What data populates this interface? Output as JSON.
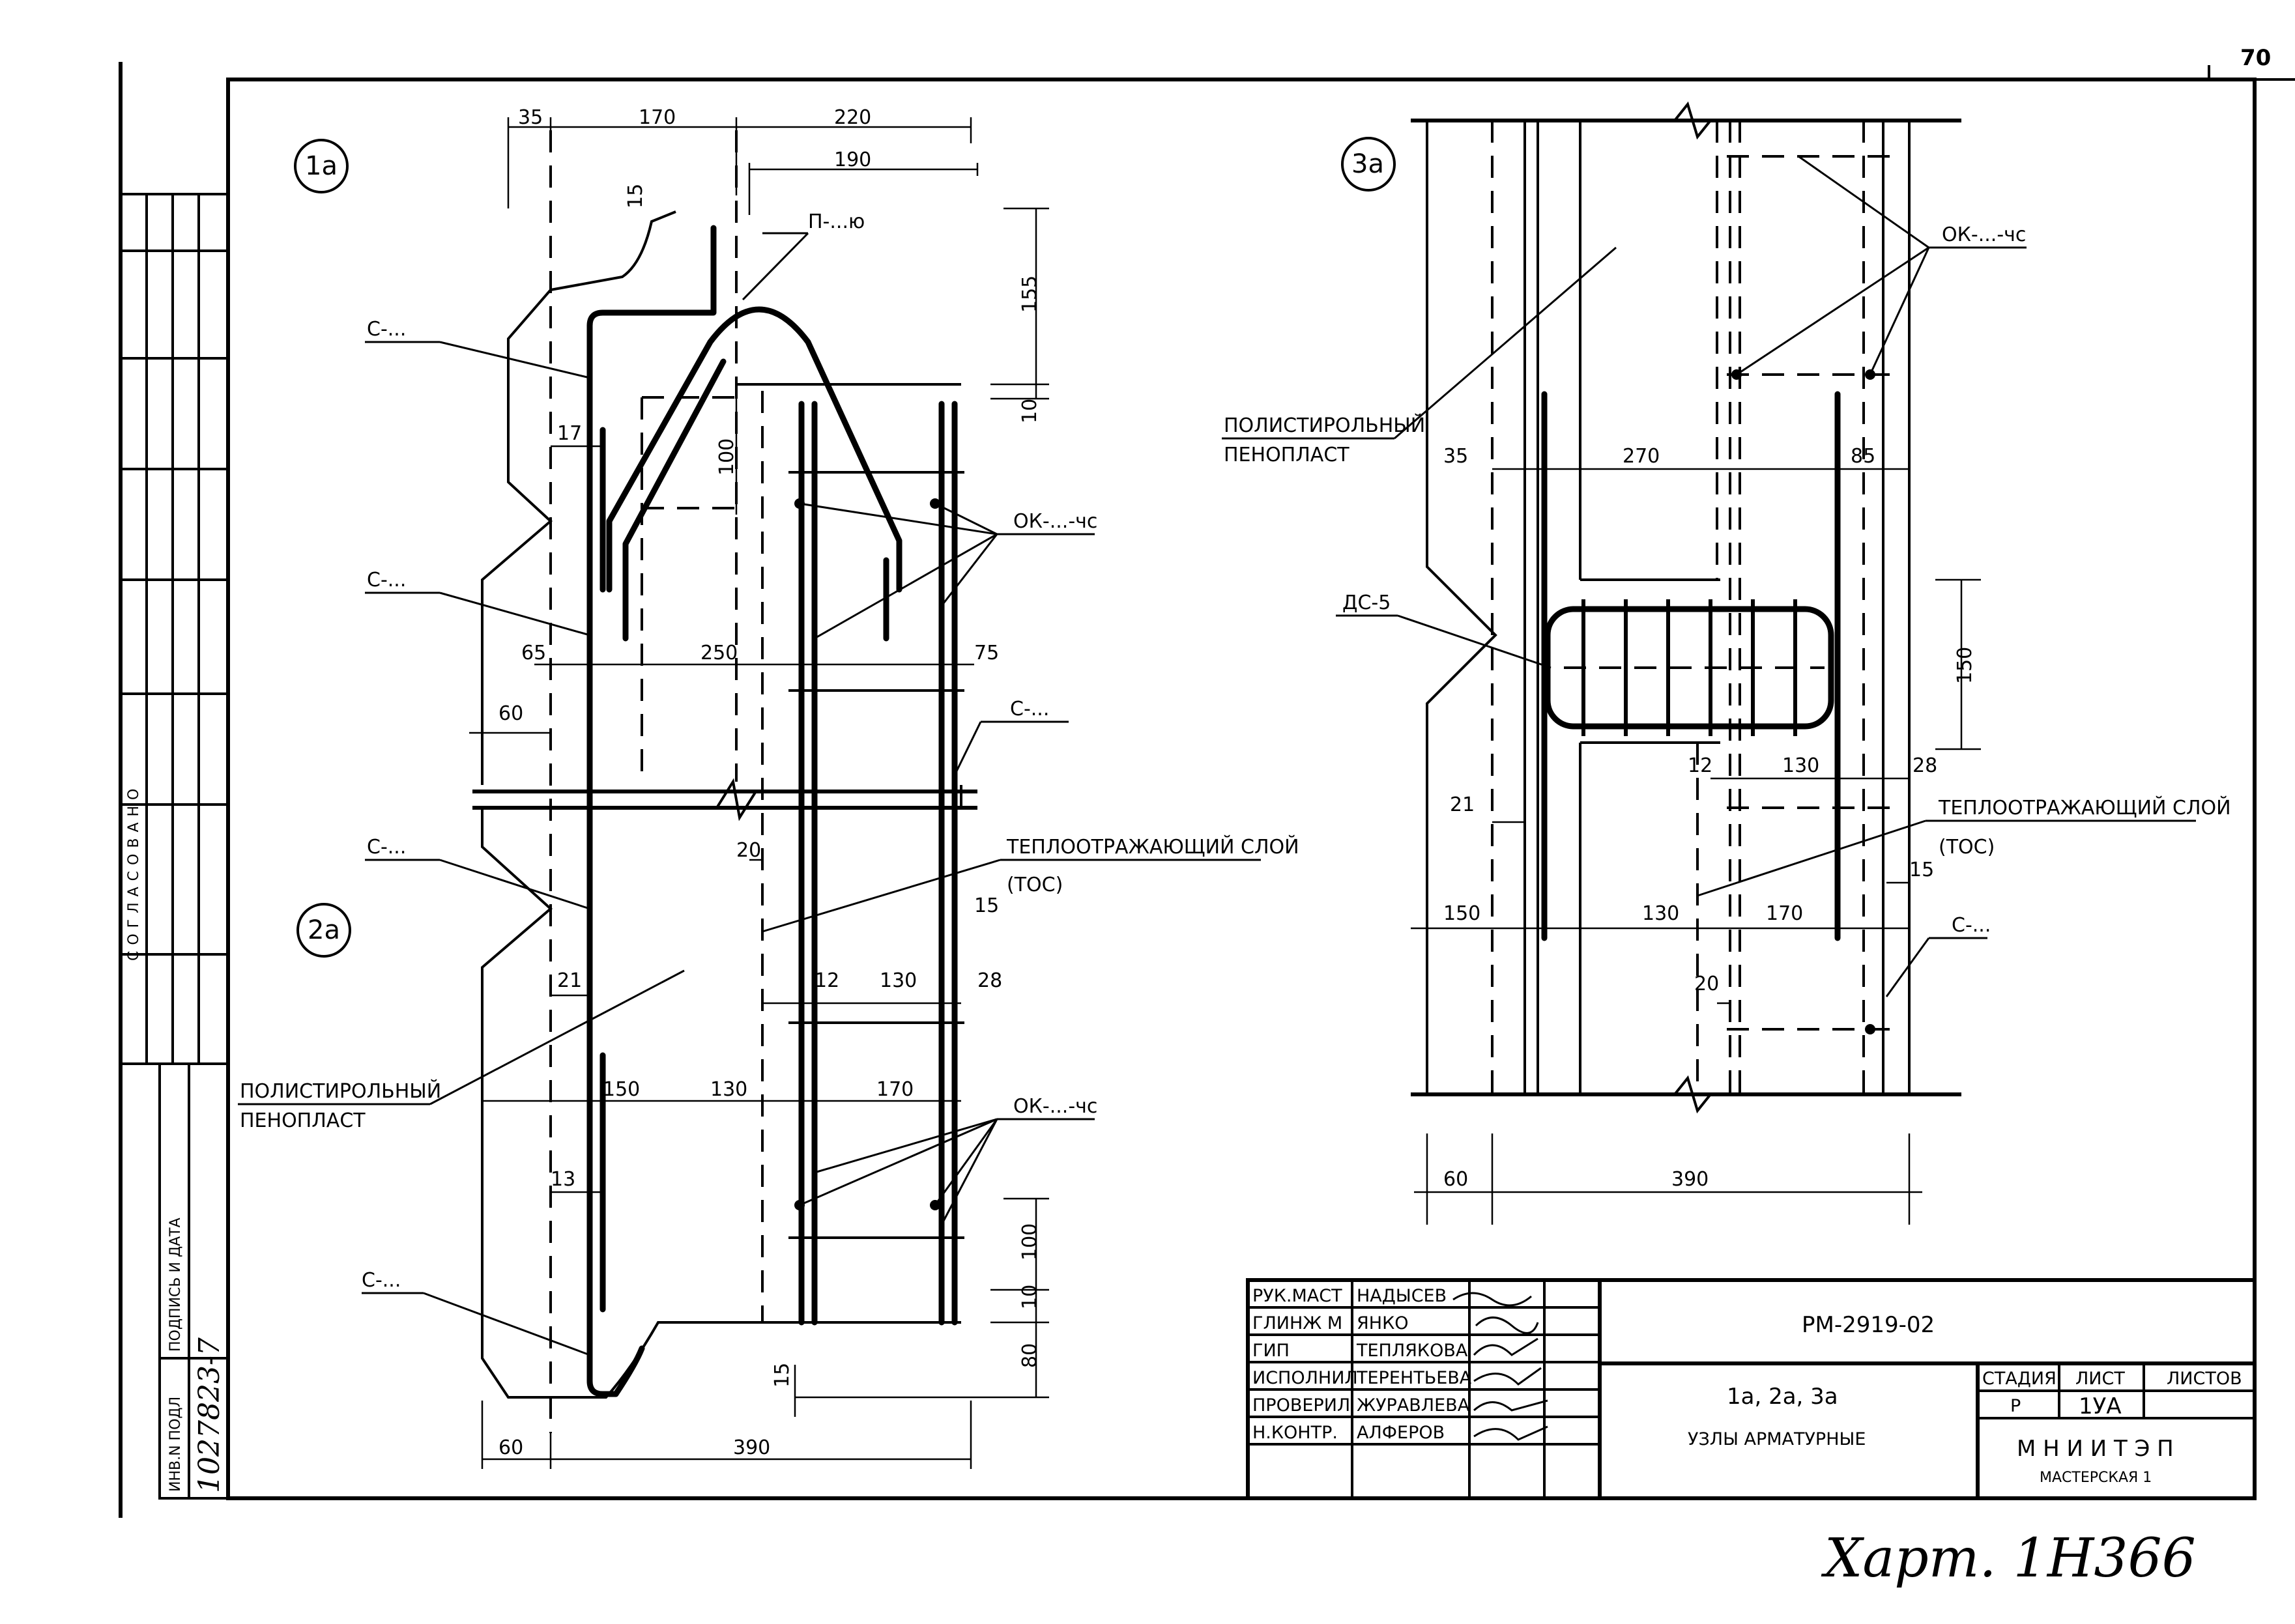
{
  "sheet": {
    "page_number": "70",
    "approval_label": "СОГЛАСОВАНО",
    "side_stamp": {
      "signature_date_label": "ПОДПИСЬ И ДАТА",
      "inv_label": "ИНВ.N ПОДЛ",
      "inv_number": "1027823-7"
    },
    "handwritten_note": "Харт. 1Н366"
  },
  "views": {
    "v1a": {
      "label": "1а"
    },
    "v2a": {
      "label": "2а"
    },
    "v3a": {
      "label": "3а"
    }
  },
  "callouts": {
    "c_top": "С-...",
    "c_mid": "С-...",
    "c_right": "С-...",
    "c_lower": "С-...",
    "c_bottom": "С-...",
    "c_3a": "С-...",
    "p_bar": "П-...ю",
    "ok_1": "ОК-...-чс",
    "ok_2": "ОК-...-чс",
    "ok_3": "ОК-...-чс",
    "ds5": "ДС-5",
    "tos_1": "ТЕПЛООТРАЖАЮЩИЙ СЛОЙ",
    "tos_1b": "(ТОС)",
    "tos_2": "ТЕПЛООТРАЖАЮЩИЙ СЛОЙ",
    "tos_2b": "(ТОС)",
    "foam_1": "ПОЛИСТИРОЛЬНЫЙ",
    "foam_1b": "ПЕНОПЛАСТ",
    "foam_2": "ПОЛИСТИРОЛЬНЫЙ",
    "foam_2b": "ПЕНОПЛАСТ"
  },
  "dims": {
    "d35": "35",
    "d170": "170",
    "d220": "220",
    "d190": "190",
    "d15a": "15",
    "d155": "155",
    "d10a": "10",
    "d100a": "100",
    "d17": "17",
    "d65": "65",
    "d250": "250",
    "d75": "75",
    "d60a": "60",
    "d20a": "20",
    "d15b": "15",
    "d12a": "12",
    "d130a": "130",
    "d28a": "28",
    "d21a": "21",
    "d150a": "150",
    "d130b": "130",
    "d170b": "170",
    "d13": "13",
    "d100b": "100",
    "d10b": "10",
    "d80": "80",
    "d15c": "15",
    "d60b": "60",
    "d390a": "390",
    "e35": "35",
    "e270": "270",
    "e85": "85",
    "e150v": "150",
    "e12": "12",
    "e130": "130",
    "e28": "28",
    "e21": "21",
    "e15": "15",
    "e150": "150",
    "e130b": "130",
    "e170": "170",
    "e20": "20",
    "e60": "60",
    "e390": "390"
  },
  "title_block": {
    "roles": [
      {
        "role": "РУК.МАСТ",
        "name": "НАДЫСЕВ"
      },
      {
        "role": "ГЛИНЖ М",
        "name": "ЯНКО"
      },
      {
        "role": "ГИП",
        "name": "ТЕПЛЯКОВА"
      },
      {
        "role": "ИСПОЛНИЛ",
        "name": "ТЕРЕНТЬЕВА"
      },
      {
        "role": "ПРОВЕРИЛ",
        "name": "ЖУРАВЛЕВА"
      },
      {
        "role": "Н.КОНТР.",
        "name": "АЛФЕРОВ"
      }
    ],
    "doc_code": "РМ-2919-02",
    "views_list": "1а, 2а, 3а",
    "title": "УЗЛЫ АРМАТУРНЫЕ",
    "stage_header": "СТАДИЯ",
    "sheet_header": "ЛИСТ",
    "sheets_header": "ЛИСТОВ",
    "stage": "Р",
    "sheet": "1УА",
    "sheets": "",
    "org": "М Н И И Т Э П",
    "org_sub": "МАСТЕРСКАЯ 1"
  }
}
